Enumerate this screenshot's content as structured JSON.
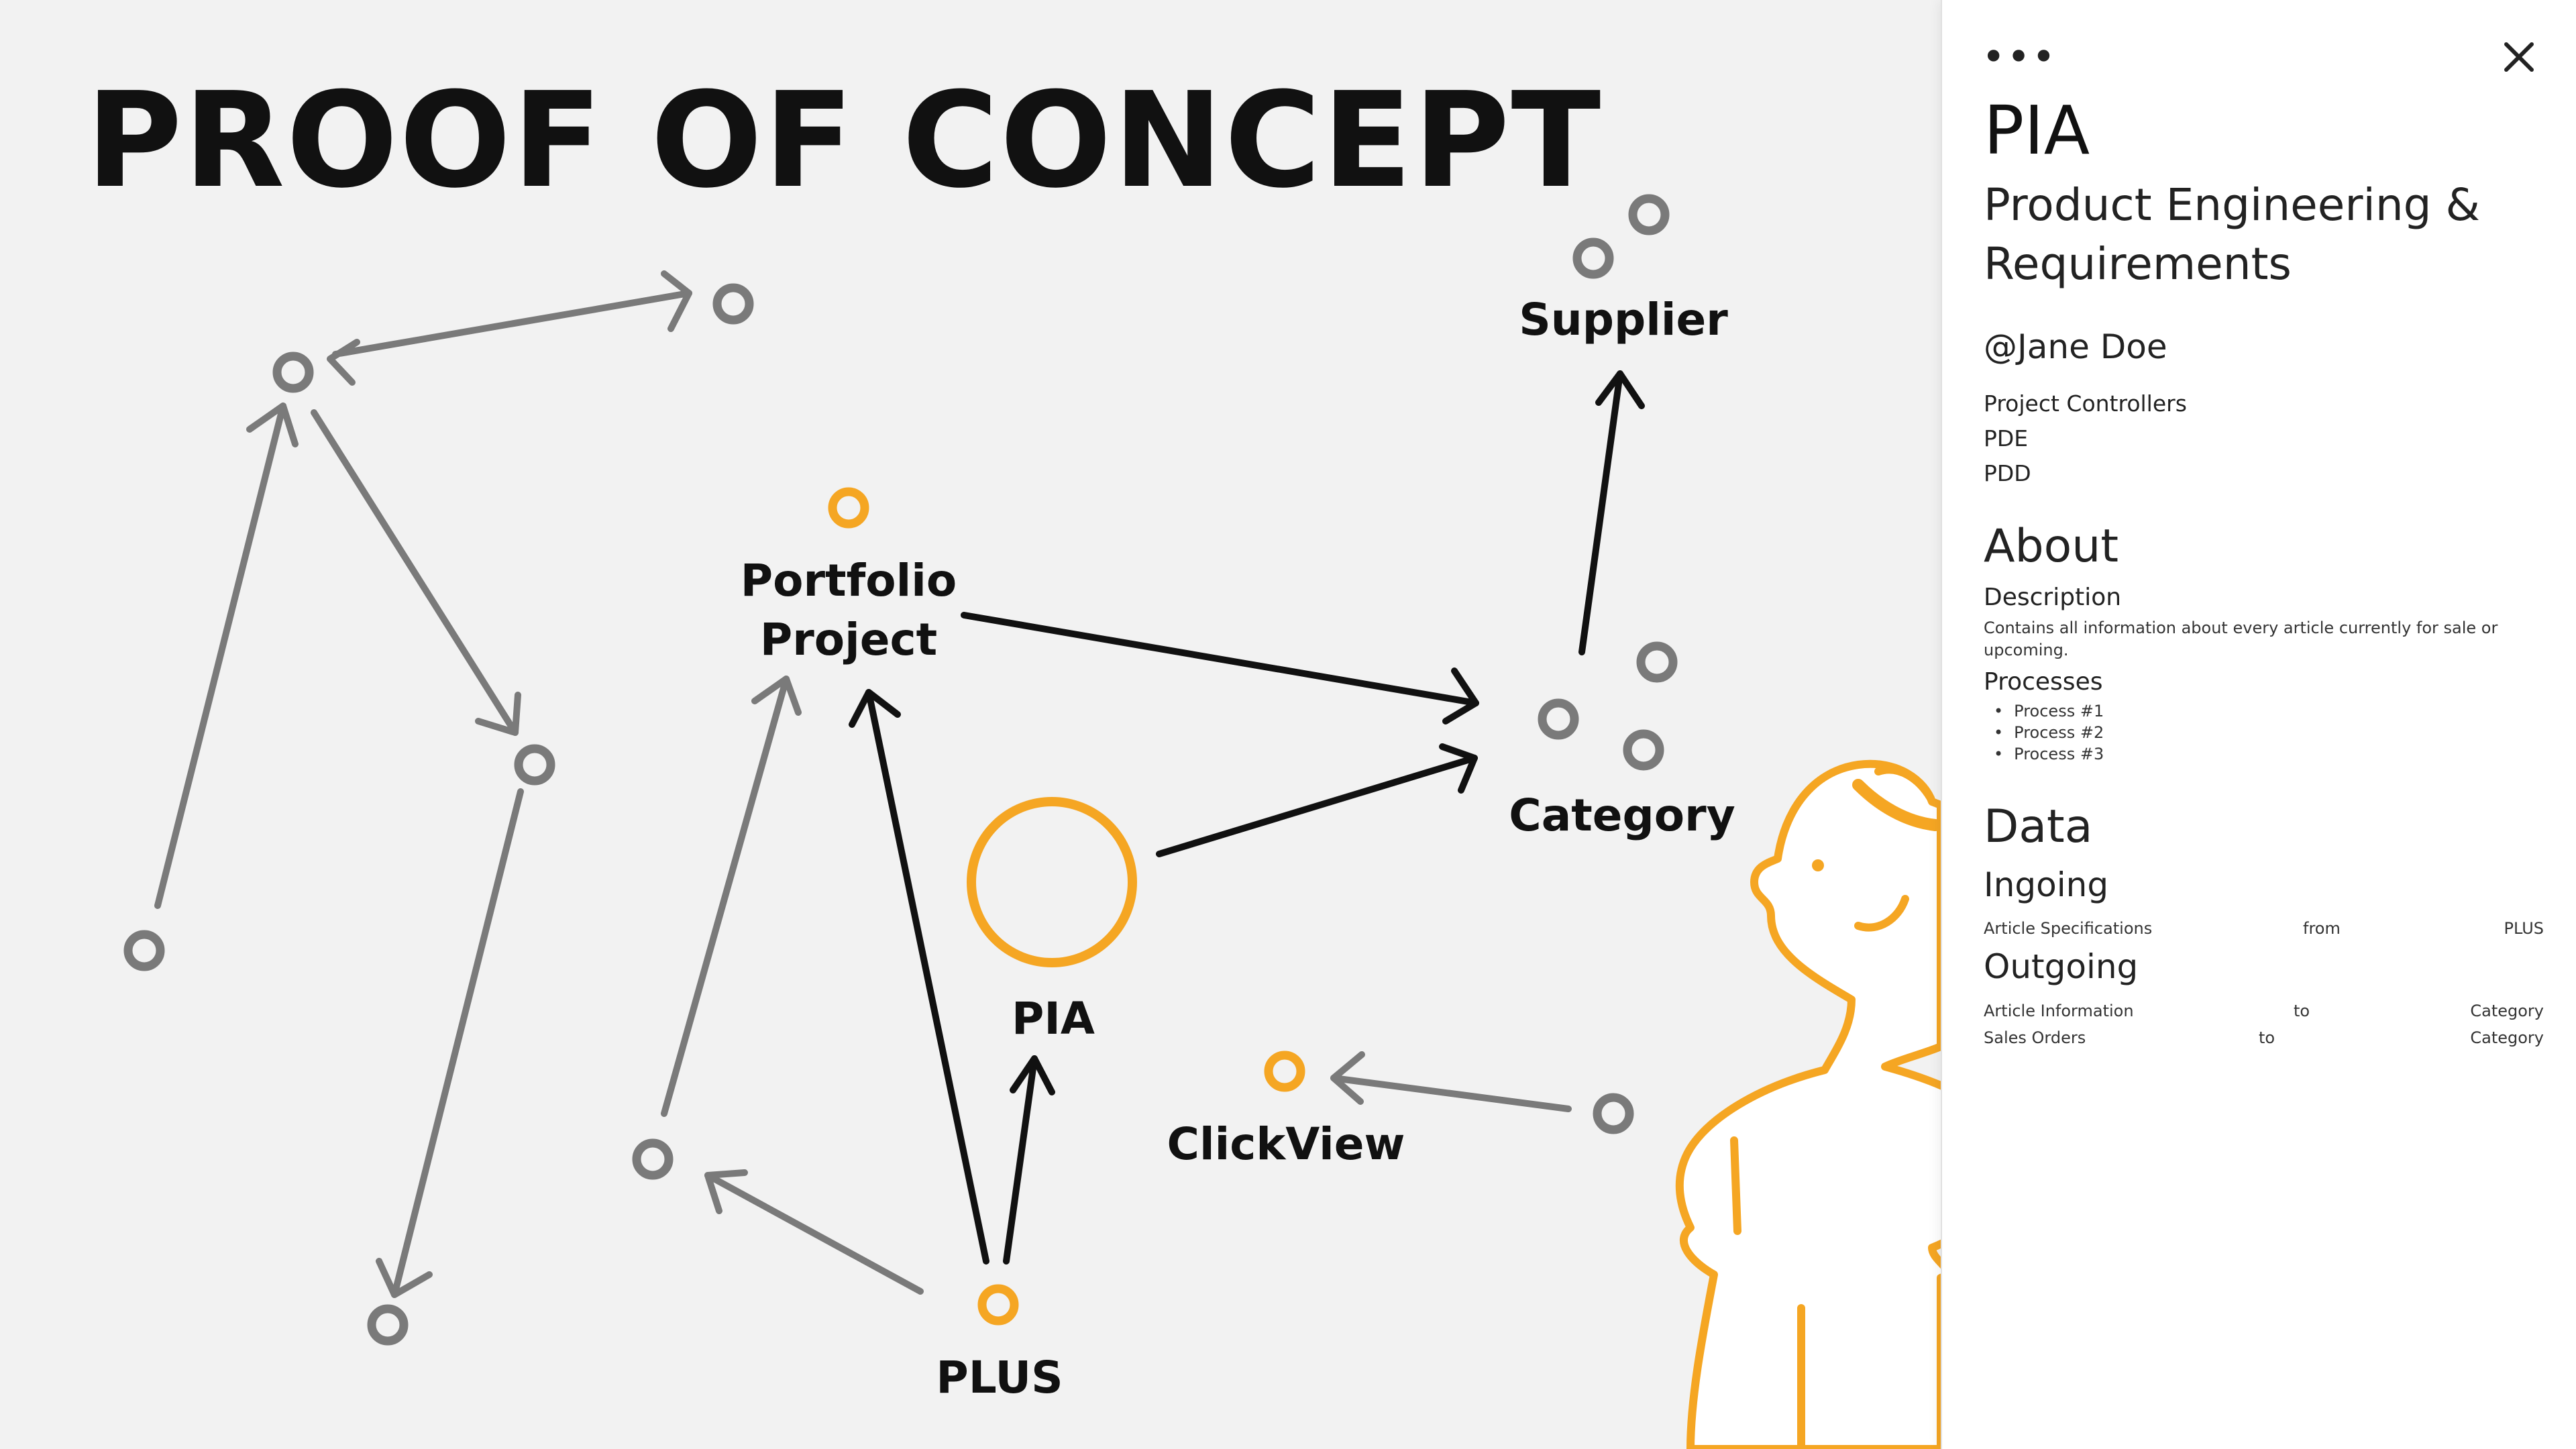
{
  "canvas": {
    "title": "PROOF OF CONCEPT",
    "nodes": {
      "supplier": "Supplier",
      "portfolio_line1": "Portfolio",
      "portfolio_line2": "Project",
      "category": "Category",
      "pia": "PIA",
      "clickview": "ClickView",
      "plus": "PLUS"
    },
    "colors": {
      "accent": "#f5a623",
      "gray_node": "#7a7a7a",
      "arrow_dark": "#111111",
      "arrow_gray": "#7a7a7a",
      "background": "#f2f2f2"
    }
  },
  "panel": {
    "more_icon": "more-horizontal-icon",
    "close_icon": "close-icon",
    "title": "PIA",
    "subtitle": "Product Engineering & Requirements",
    "owner": "@Jane Doe",
    "teams": [
      "Project Controllers",
      "PDE",
      "PDD"
    ],
    "about": {
      "heading": "About",
      "description_label": "Description",
      "description": "Contains all information about every article currently for sale or upcoming.",
      "processes_label": "Processes",
      "processes": [
        "Process #1",
        "Process #2",
        "Process #3"
      ]
    },
    "data": {
      "heading": "Data",
      "ingoing_label": "Ingoing",
      "ingoing": [
        {
          "name": "Article Specifications",
          "direction": "from",
          "system": "PLUS"
        }
      ],
      "outgoing_label": "Outgoing",
      "outgoing": [
        {
          "name": "Article Information",
          "direction": "to",
          "system": "Category"
        },
        {
          "name": "Sales Orders",
          "direction": "to",
          "system": "Category"
        }
      ]
    }
  }
}
